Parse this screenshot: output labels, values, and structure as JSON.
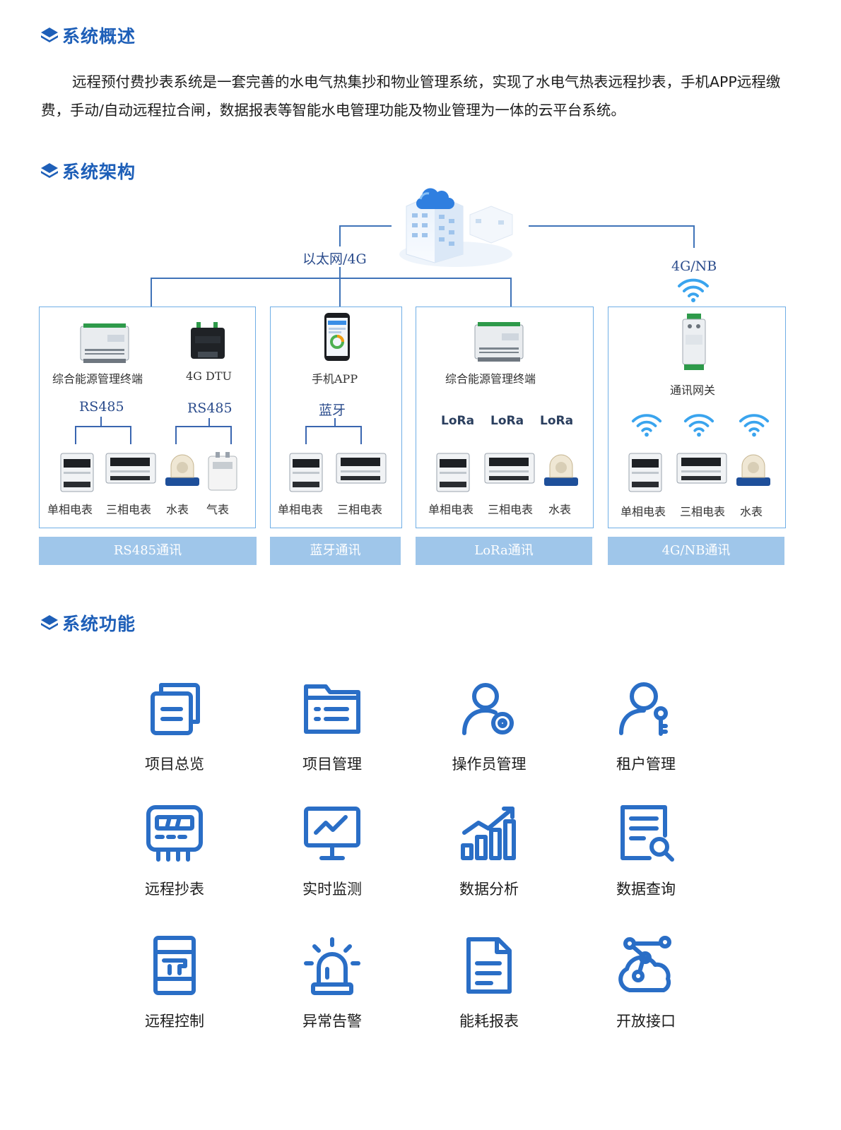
{
  "sections": {
    "overview": "系统概述",
    "architecture": "系统架构",
    "functions": "系统功能"
  },
  "overview_text": "远程预付费抄表系统是一套完善的水电气热集抄和物业管理系统，实现了水电气热表远程抄表，手机APP远程缴费，手动/自动远程拉合闸，数据报表等智能水电管理功能及物业管理为一体的云平台系统。",
  "architecture": {
    "top_left_label": "以太网/4G",
    "top_right_label": "4G/NB",
    "boxes": [
      {
        "devices": [
          "综合能源管理终端",
          "4G DTU"
        ],
        "protocols": [
          "RS485",
          "RS485"
        ],
        "meters": [
          "单相电表",
          "三相电表",
          "水表",
          "气表"
        ],
        "footer": "RS485通讯"
      },
      {
        "devices": [
          "手机APP"
        ],
        "protocols": [
          "蓝牙"
        ],
        "meters": [
          "单相电表",
          "三相电表"
        ],
        "footer": "蓝牙通讯"
      },
      {
        "devices": [
          "综合能源管理终端"
        ],
        "protocols": [
          "LoRa",
          "LoRa",
          "LoRa"
        ],
        "meters": [
          "单相电表",
          "三相电表",
          "水表"
        ],
        "footer": "LoRa通讯"
      },
      {
        "devices": [
          "通讯网关"
        ],
        "meters": [
          "单相电表",
          "三相电表",
          "水表"
        ],
        "footer": "4G/NB通讯"
      }
    ]
  },
  "functions": [
    {
      "label": "项目总览",
      "icon": "overview-icon"
    },
    {
      "label": "项目管理",
      "icon": "folder-list-icon"
    },
    {
      "label": "操作员管理",
      "icon": "user-gear-icon"
    },
    {
      "label": "租户管理",
      "icon": "user-key-icon"
    },
    {
      "label": "远程抄表",
      "icon": "meter-icon"
    },
    {
      "label": "实时监测",
      "icon": "monitor-chart-icon"
    },
    {
      "label": "数据分析",
      "icon": "bar-growth-icon"
    },
    {
      "label": "数据查询",
      "icon": "document-search-icon"
    },
    {
      "label": "远程控制",
      "icon": "breaker-icon"
    },
    {
      "label": "异常告警",
      "icon": "alarm-light-icon"
    },
    {
      "label": "能耗报表",
      "icon": "report-file-icon"
    },
    {
      "label": "开放接口",
      "icon": "cloud-network-icon"
    }
  ],
  "colors": {
    "heading": "#1e5fb8",
    "line": "#3f73b8",
    "box_border": "#6faee6",
    "footer_bg": "#9fc6ea",
    "icon_stroke": "#2a6ec6"
  }
}
